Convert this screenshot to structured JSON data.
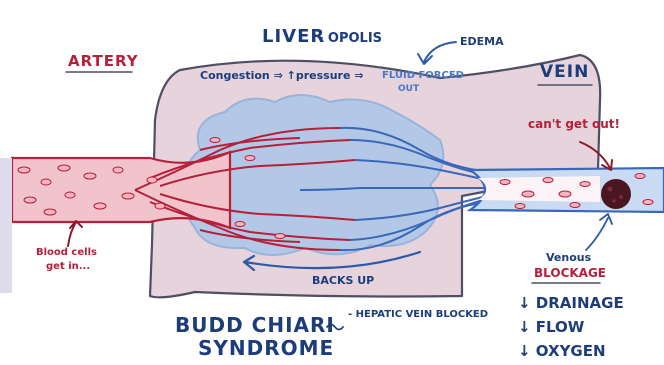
{
  "title": {
    "liver": "LIVER",
    "opolis": "- OPOLIS"
  },
  "labels": {
    "artery": "ARTERY",
    "vein": "VEIN",
    "edema": "EDEMA",
    "congestion": "Congestion ⇒ ↑pressure ⇒",
    "fluid_forced": "FLUID FORCED",
    "out": "OUT",
    "cant_get_out": "can't get out!",
    "blood_cells": "Blood cells",
    "get_in": "get in...",
    "backs_up": "BACKS UP",
    "venous": "Venous",
    "blockage": "BLOCKAGE"
  },
  "syndrome": {
    "line1": "BUDD CHIARI",
    "line2": "SYNDROME",
    "note": "- HEPATIC VEIN BLOCKED"
  },
  "effects": [
    "↓ DRAINAGE",
    "↓ FLOW",
    "↓ OXYGEN"
  ],
  "colors": {
    "liver_fill": "#e6d3dc",
    "liver_stroke": "#4f4f63",
    "edema_fill": "#b3c8e6",
    "artery_fill": "#f1c3cb",
    "artery_stroke": "#b5203a",
    "vein_fill": "#c9dbf2",
    "vein_stroke": "#3a68b8",
    "navy_text": "#1d3d7a",
    "clot": "#4a1622"
  },
  "icons": [
    "edema-arrow-icon",
    "cant-get-out-arrow-icon",
    "blood-cells-arrow-icon",
    "backs-up-arrow-icon",
    "clot-icon"
  ]
}
